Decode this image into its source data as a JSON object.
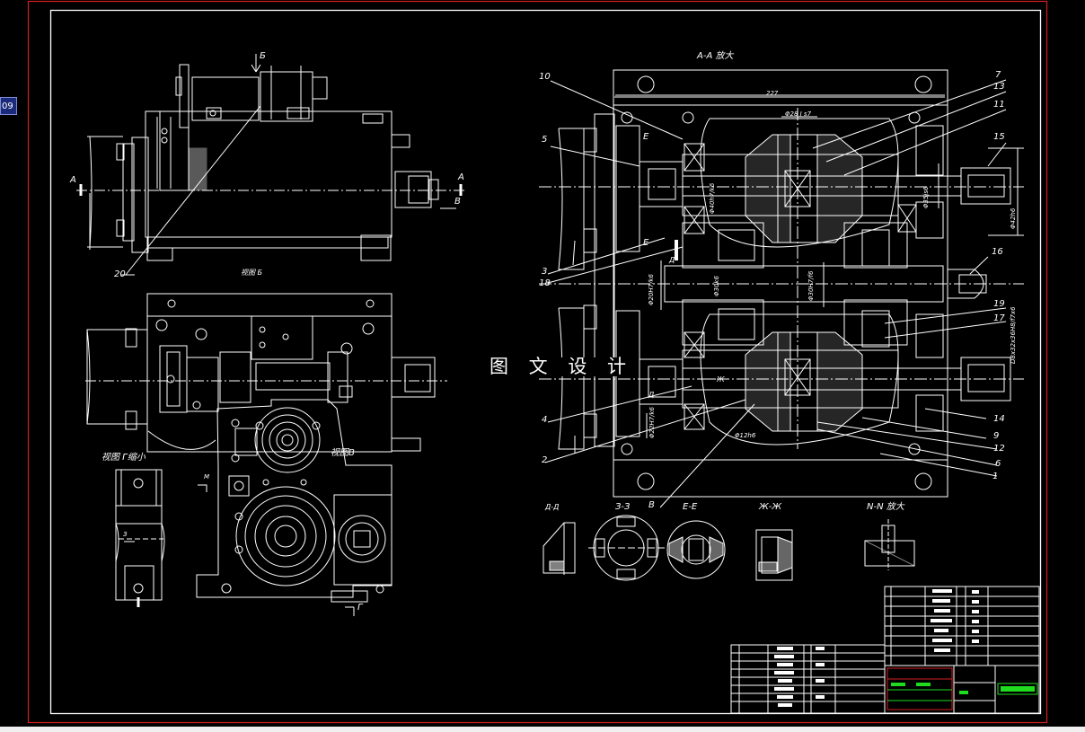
{
  "badge": {
    "text": "09"
  },
  "watermark": {
    "text": "图 文 设 计"
  },
  "view_titles": {
    "section_aa": "A-A  放大",
    "view_b": "视图 Б",
    "view_g": "视图 Г缩小",
    "view_v": "视图В",
    "section_dd": "Д-Д",
    "section_zz": "З-З",
    "section_ee": "Е-Е",
    "section_zh": "Ж-Ж",
    "section_nn": "N-N  放大"
  },
  "section_marks": {
    "a_left": "A",
    "a_right": "A",
    "b_top": "Б",
    "b_right": "В",
    "e_upper": "Е",
    "e_lower": "Е",
    "zh": "Ж",
    "v_lower": "В",
    "g_bottom": "Г",
    "d_upper": "Д",
    "d_lower": "Д",
    "m_mark": "М",
    "z_mark": "З"
  },
  "dimensions": {
    "width_227": "227",
    "phi_28": "Φ28 J s7",
    "phi_12h6": "Φ12h6",
    "phi_35": "Φ35js6",
    "phi_40": "Φ40h7/k6",
    "phi_20": "Φ20H7/k6",
    "phi_30": "Φ30H7/f6",
    "phi_22": "Φ22H7/k6",
    "phi_30k6": "Φ30k6",
    "phi_42": "Φ42h6",
    "spline": "D8x32x36H8/f7x6"
  },
  "part_numbers": {
    "p1": "1",
    "p2": "2",
    "p3": "3",
    "p4": "4",
    "p5": "5",
    "p6": "6",
    "p7": "7",
    "p9": "9",
    "p10": "10",
    "p11": "11",
    "p12": "12",
    "p13": "13",
    "p14": "14",
    "p15": "15",
    "p16": "16",
    "p17": "17",
    "p18": "18",
    "p19": "19",
    "p20": "20"
  },
  "colors": {
    "background": "#000000",
    "border_outer": "#d31f1f",
    "lines": "#ffffff",
    "title_green": "#1fdc1f",
    "title_red": "#d31f1f"
  }
}
